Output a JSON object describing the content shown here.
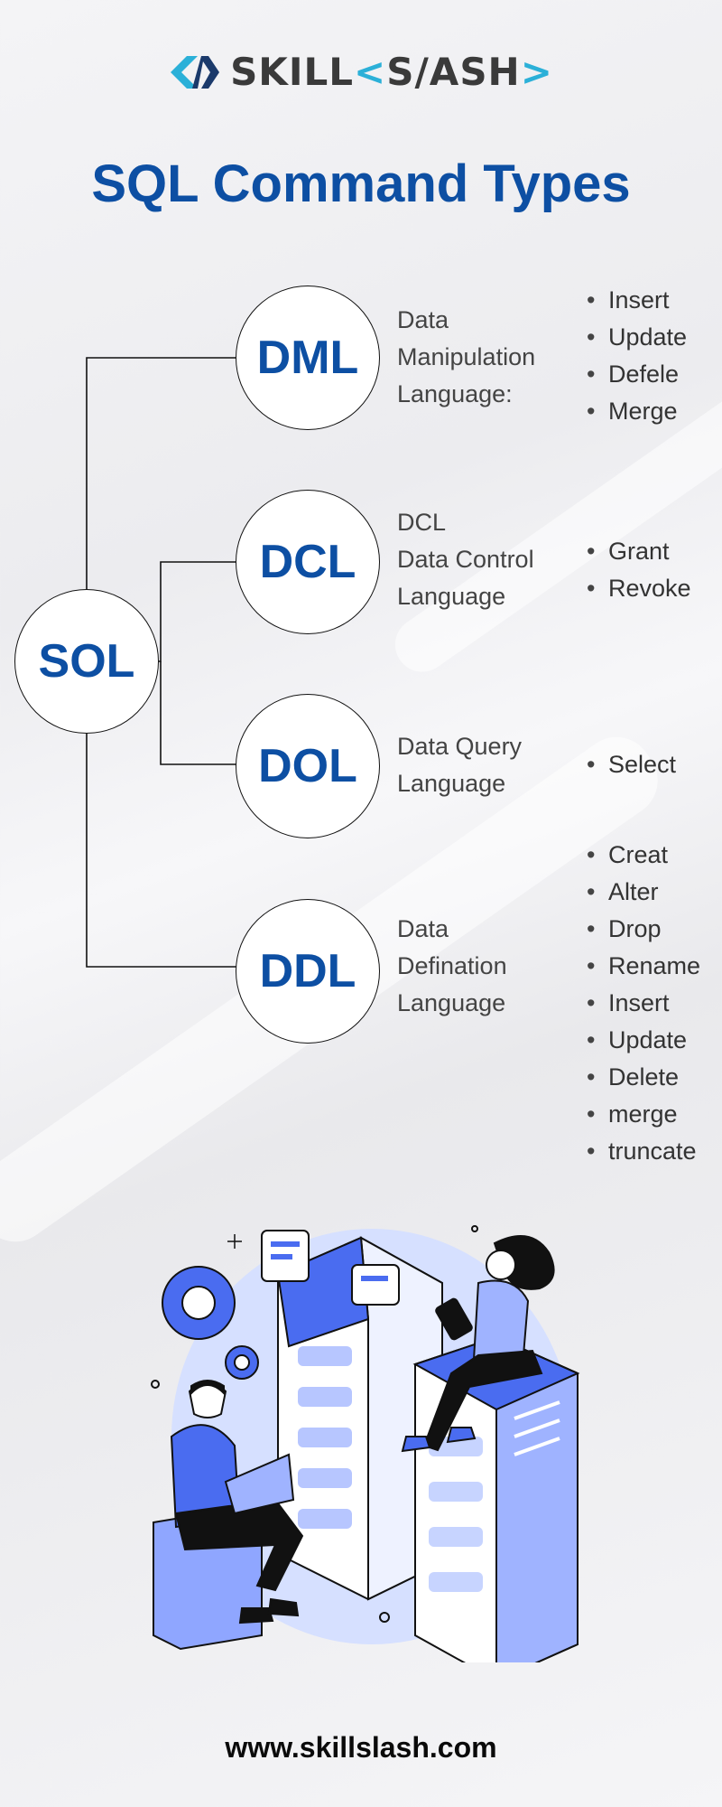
{
  "brand": {
    "name_part1": "SKILL",
    "name_mid": "<",
    "name_part2": "S/ASH",
    "name_end": ">"
  },
  "title": "SQL Command Types",
  "root": {
    "label": "SOL"
  },
  "nodes": [
    {
      "abbr": "DML",
      "description": "Data\nManipulation\nLanguage:",
      "items": [
        "Insert",
        "Update",
        "Defele",
        "Merge"
      ]
    },
    {
      "abbr": "DCL",
      "description": "DCL\nData Control\nLanguage",
      "items": [
        "Grant",
        "Revoke"
      ]
    },
    {
      "abbr": "DOL",
      "description": "Data Query\nLanguage",
      "items": [
        "Select"
      ]
    },
    {
      "abbr": "DDL",
      "description": "Data\nDefination\nLanguage",
      "items": [
        "Creat",
        "Alter",
        "Drop",
        "Rename",
        "Insert",
        "Update",
        "Delete",
        "merge",
        "truncate"
      ]
    }
  ],
  "footer": {
    "url": "www.skillslash.com"
  },
  "colors": {
    "title": "#0d4fa3",
    "accent": "#2bb0d8",
    "illustration_blue": "#4a6cf0",
    "illustration_light": "#cdd8ff"
  }
}
